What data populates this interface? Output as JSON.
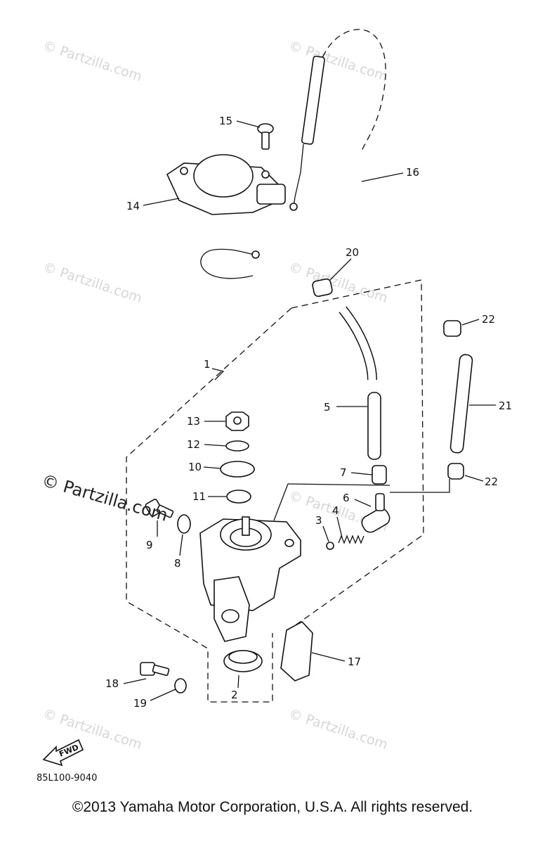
{
  "diagram": {
    "callouts": [
      "1",
      "2",
      "3",
      "4",
      "5",
      "6",
      "7",
      "8",
      "9",
      "10",
      "11",
      "12",
      "13",
      "14",
      "15",
      "16",
      "17",
      "18",
      "19",
      "20",
      "21",
      "22",
      "22"
    ],
    "diagram_code": "85L100-9040",
    "fwd_label": "FWD"
  },
  "watermark": {
    "text": "© Partzilla.com",
    "prominent_text": "© Partzilla.com"
  },
  "footer": {
    "copyright": "©2013 Yamaha Motor Corporation, U.S.A. All rights reserved."
  }
}
